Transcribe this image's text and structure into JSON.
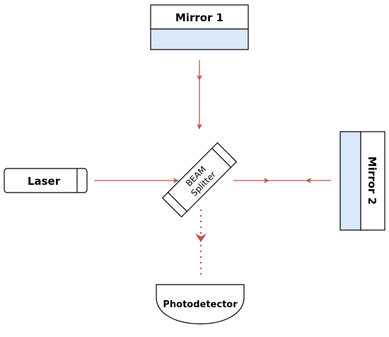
{
  "colors": {
    "beam": "#b85450",
    "mirror_fill": "#dae8fc",
    "outline": "#000000",
    "background": "#ffffff"
  },
  "components": {
    "mirror1": {
      "label": "Mirror 1"
    },
    "mirror2": {
      "label": "Mirror 2"
    },
    "laser": {
      "label": "Laser"
    },
    "beam_splitter": {
      "line1": "BEAM",
      "line2": "Splitter"
    },
    "photodetector": {
      "label": "Photodetector"
    }
  }
}
